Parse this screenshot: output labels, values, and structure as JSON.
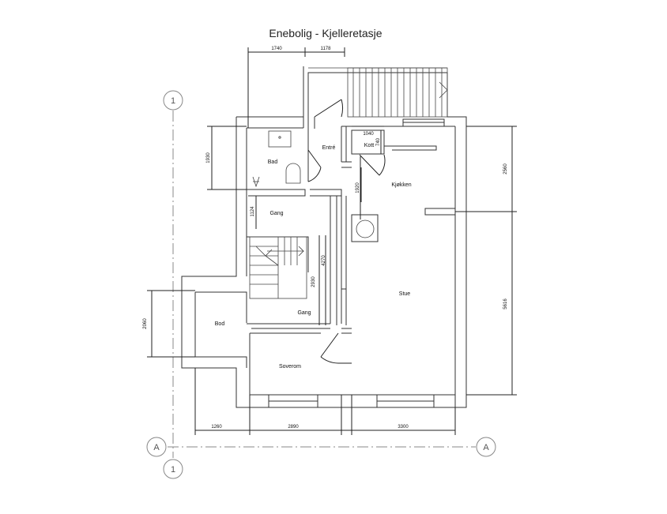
{
  "title": "Enebolig - Kjelleretasje",
  "rooms": {
    "bad": "Bad",
    "entre": "Entré",
    "kott": "Kott",
    "kjokken": "Kjøkken",
    "gang_upper": "Gang",
    "gang_lower": "Gang",
    "stue": "Stue",
    "bod": "Bod",
    "soverom": "Soverom"
  },
  "dimensions": {
    "top_left": "1740",
    "top_right": "1178",
    "bad_height": "1930",
    "kott_width": "1040",
    "kott_depth": "740",
    "kjokken_passage": "1920",
    "gang_upper_height": "1124",
    "stair_length": "4270",
    "gang_lower_height": "2930",
    "bod_height": "2060",
    "right_upper": "2560",
    "right_lower": "5616",
    "bottom_left": "1260",
    "bottom_middle": "2890",
    "bottom_right": "3300"
  },
  "grid_axes": {
    "top_number": "1",
    "bottom_number": "1",
    "left_letter": "A",
    "right_letter": "A"
  }
}
